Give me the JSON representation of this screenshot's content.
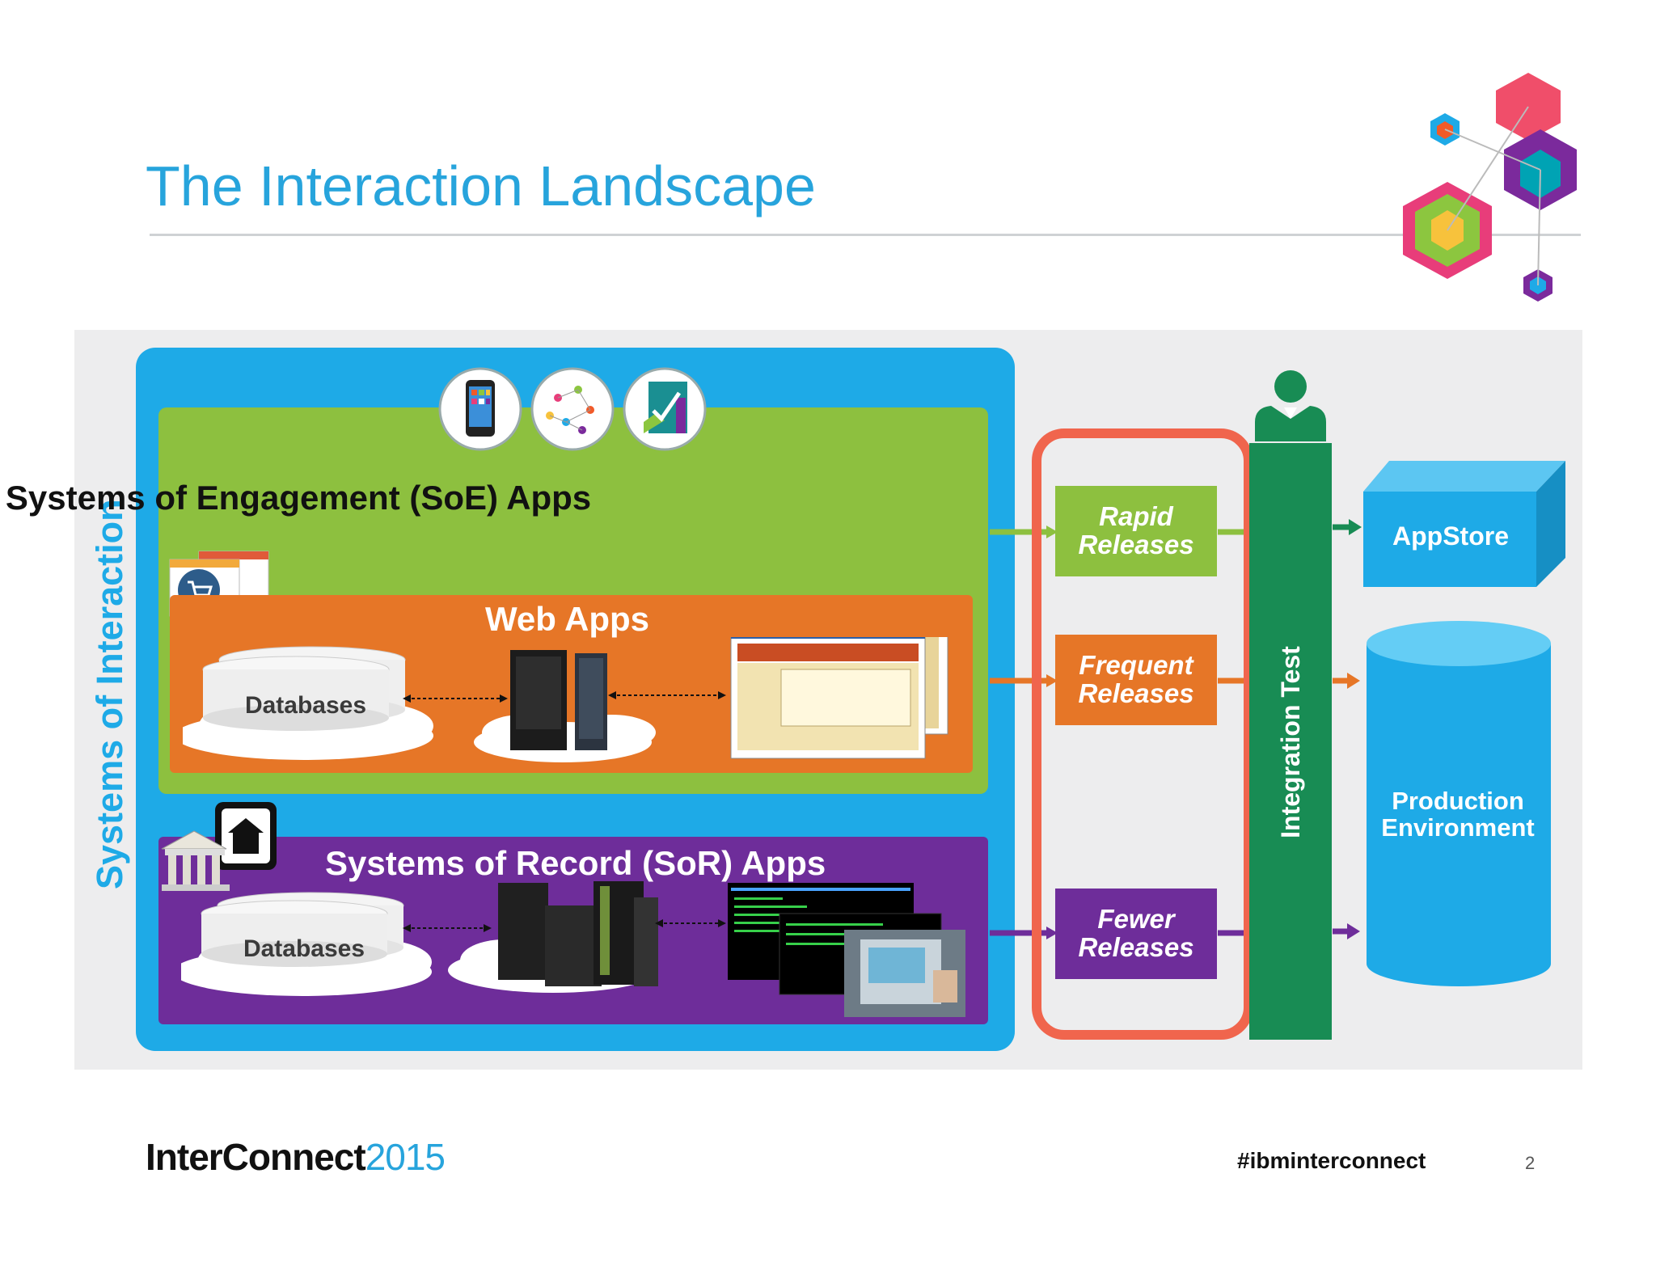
{
  "slide": {
    "title": "The Interaction Landscape",
    "page_number": "2"
  },
  "systems_of_interaction": {
    "label": "Systems of Interaction"
  },
  "soe": {
    "title": "Systems of Engagement (SoE) Apps",
    "web_apps": {
      "title": "Web Apps",
      "database_label": "Databases"
    }
  },
  "sor": {
    "title": "Systems of Record (SoR) Apps",
    "database_label": "Databases"
  },
  "releases": {
    "rapid": [
      "Rapid",
      "Releases"
    ],
    "frequent": [
      "Frequent",
      "Releases"
    ],
    "fewer": [
      "Fewer",
      "Releases"
    ]
  },
  "integration_test": {
    "label": "Integration Test"
  },
  "targets": {
    "appstore": "AppStore",
    "production": [
      "Production",
      "Environment"
    ]
  },
  "footer": {
    "brand_bold": "InterConnect",
    "brand_year": "2015",
    "hashtag": "#ibminterconnect"
  },
  "colors": {
    "title_blue": "#27a4dc",
    "soi_blue": "#1eaae7",
    "soe_green": "#8dc03f",
    "web_orange": "#e67627",
    "sor_purple": "#6e2d9a",
    "integration_green": "#188c54",
    "release_frame": "#f0654d"
  }
}
